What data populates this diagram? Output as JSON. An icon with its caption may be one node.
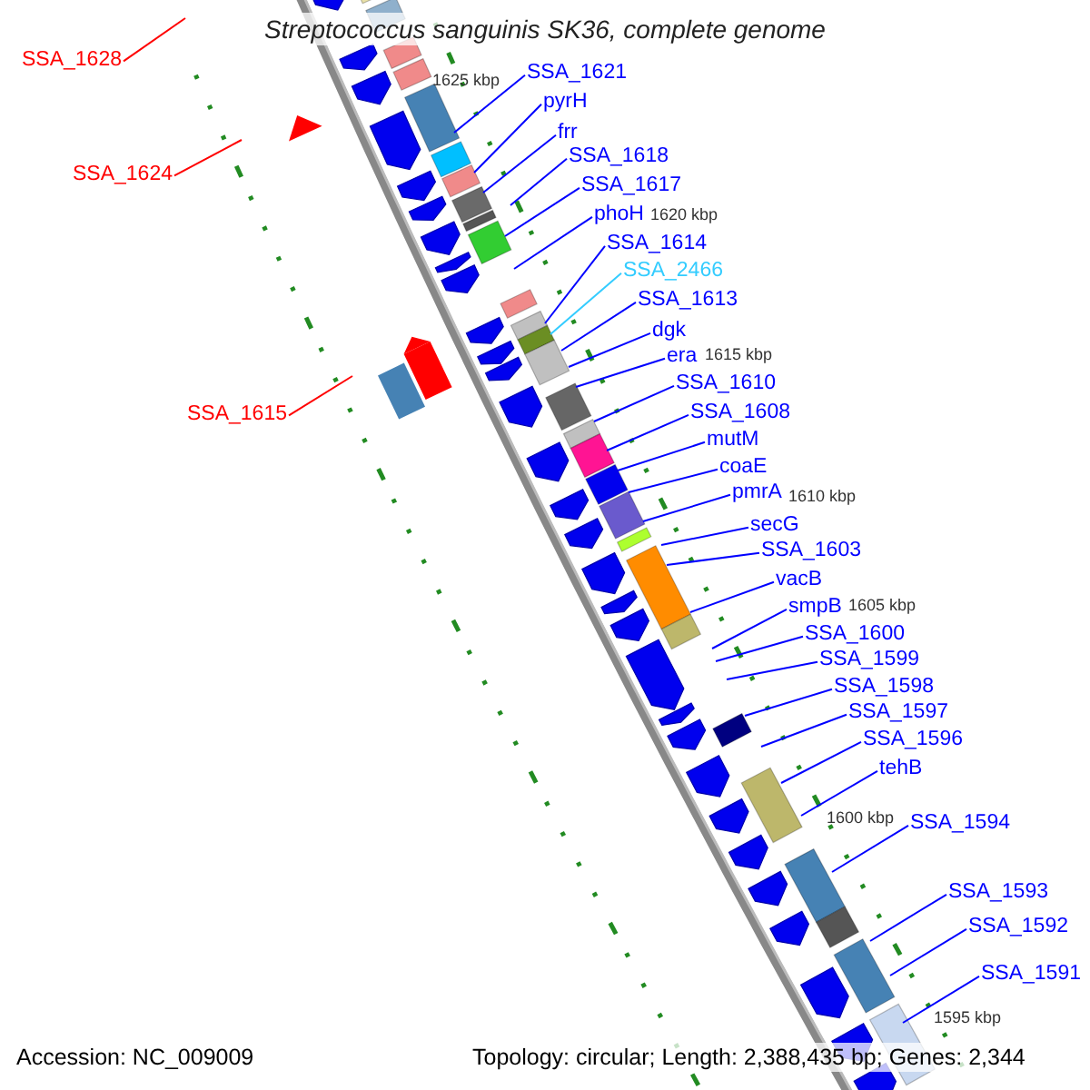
{
  "diagram": {
    "title": "Streptococcus sanguinis SK36, complete genome",
    "nodes": [
      {
        "text": [
          "SSA_1628"
        ]
      },
      {
        "text": [
          "SSA_1624"
        ]
      },
      {
        "text": [
          "SSA_1615"
        ]
      },
      {
        "text": [
          "SSA_1621"
        ]
      },
      {
        "text": [
          "pyrH"
        ]
      },
      {
        "text": [
          "frr"
        ]
      },
      {
        "text": [
          "SSA_1618"
        ]
      },
      {
        "text": [
          "SSA_1617"
        ]
      },
      {
        "text": [
          "phoH"
        ]
      },
      {
        "text": [
          "SSA_1614"
        ]
      },
      {
        "text": [
          "SSA_2466"
        ]
      },
      {
        "text": [
          "SSA_1613"
        ]
      },
      {
        "text": [
          "dgk"
        ]
      },
      {
        "text": [
          "era"
        ]
      },
      {
        "text": [
          "SSA_1610"
        ]
      },
      {
        "text": [
          "SSA_1608"
        ]
      },
      {
        "text": [
          "mutM"
        ]
      },
      {
        "text": [
          "coaE"
        ]
      },
      {
        "text": [
          "pmrA"
        ]
      },
      {
        "text": [
          "secG"
        ]
      },
      {
        "text": [
          "SSA_1603"
        ]
      },
      {
        "text": [
          "vacB"
        ]
      },
      {
        "text": [
          "smpB"
        ]
      },
      {
        "text": [
          "SSA_1600"
        ]
      },
      {
        "text": [
          "SSA_1599"
        ]
      },
      {
        "text": [
          "SSA_1598"
        ]
      },
      {
        "text": [
          "SSA_1597"
        ]
      },
      {
        "text": [
          "SSA_1596"
        ]
      },
      {
        "text": [
          "tehB"
        ]
      },
      {
        "text": [
          "SSA_1594"
        ]
      },
      {
        "text": [
          "SSA_1593"
        ]
      },
      {
        "text": [
          "SSA_1592"
        ]
      },
      {
        "text": [
          "SSA_1591"
        ]
      }
    ],
    "edges": [
      {
        "from": 0,
        "to": null,
        "arrow": "none",
        "color": "#ff0000"
      },
      {
        "from": 1,
        "to": null,
        "arrow": "none",
        "color": "#ff0000"
      },
      {
        "from": 2,
        "to": null,
        "arrow": "none",
        "color": "#ff0000"
      },
      {
        "from": 3,
        "to": null,
        "arrow": "none"
      },
      {
        "from": 4,
        "to": null,
        "arrow": "none"
      },
      {
        "from": 5,
        "to": null,
        "arrow": "none"
      },
      {
        "from": 6,
        "to": null,
        "arrow": "none"
      },
      {
        "from": 7,
        "to": null,
        "arrow": "none"
      },
      {
        "from": 8,
        "to": null,
        "arrow": "none"
      },
      {
        "from": 9,
        "to": null,
        "arrow": "none"
      },
      {
        "from": 10,
        "to": null,
        "arrow": "none",
        "color": "#33ccff"
      },
      {
        "from": 11,
        "to": null,
        "arrow": "none"
      },
      {
        "from": 12,
        "to": null,
        "arrow": "none"
      },
      {
        "from": 13,
        "to": null,
        "arrow": "none"
      },
      {
        "from": 14,
        "to": null,
        "arrow": "none"
      },
      {
        "from": 15,
        "to": null,
        "arrow": "none"
      },
      {
        "from": 16,
        "to": null,
        "arrow": "none"
      },
      {
        "from": 17,
        "to": null,
        "arrow": "none"
      },
      {
        "from": 18,
        "to": null,
        "arrow": "none"
      },
      {
        "from": 19,
        "to": null,
        "arrow": "none"
      },
      {
        "from": 20,
        "to": null,
        "arrow": "none"
      },
      {
        "from": 21,
        "to": null,
        "arrow": "none"
      },
      {
        "from": 22,
        "to": null,
        "arrow": "none"
      },
      {
        "from": 23,
        "to": null,
        "arrow": "none"
      },
      {
        "from": 24,
        "to": null,
        "arrow": "none"
      },
      {
        "from": 25,
        "to": null,
        "arrow": "none"
      },
      {
        "from": 26,
        "to": null,
        "arrow": "none"
      },
      {
        "from": 27,
        "to": null,
        "arrow": "none"
      },
      {
        "from": 28,
        "to": null,
        "arrow": "none"
      },
      {
        "from": 29,
        "to": null,
        "arrow": "none"
      },
      {
        "from": 30,
        "to": null,
        "arrow": "none"
      },
      {
        "from": 31,
        "to": null,
        "arrow": "none"
      },
      {
        "from": 32,
        "to": null,
        "arrow": "none"
      }
    ],
    "labels": [
      "1625 kbp",
      "1620 kbp",
      "1615 kbp",
      "1610 kbp",
      "1605 kbp",
      "1600 kbp",
      "1595 kbp",
      "Accession: NC_009009",
      "Topology: circular; Length: 2,388,435 bp; Genes: 2,344"
    ]
  }
}
